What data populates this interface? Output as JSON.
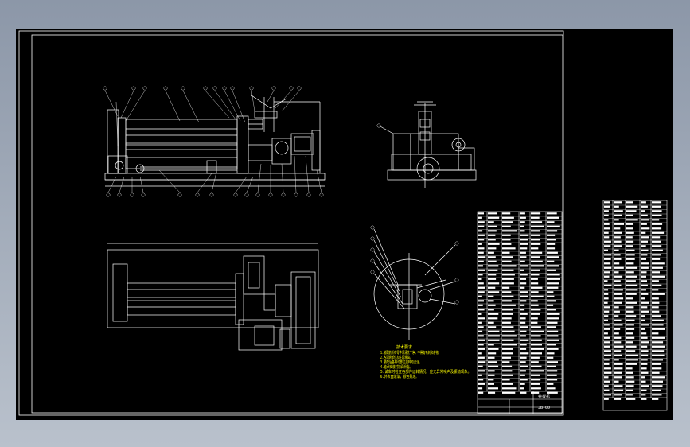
{
  "drawing": {
    "type": "mechanical assembly drawing",
    "background": "#000000",
    "line_color": "#ffffff",
    "note_color": "#ffff00",
    "frame_color": "#ffffff"
  },
  "title_block": {
    "drawing_name": "卷板机",
    "drawing_code": "JB-00"
  },
  "technical_notes": {
    "heading": "技术要求",
    "items": [
      "1.装配前所有零件须清洗干净，不得有毛刺和杂物。",
      "2.各润滑部位加注润滑油。",
      "3.装配后各转动部位应转动灵活。",
      "4.轴承安装时加润滑脂。",
      "5.试车时检查各部件运转情况，应无异常噪声及振动现象。",
      "6.外表面涂漆，颜色另定。"
    ]
  }
}
